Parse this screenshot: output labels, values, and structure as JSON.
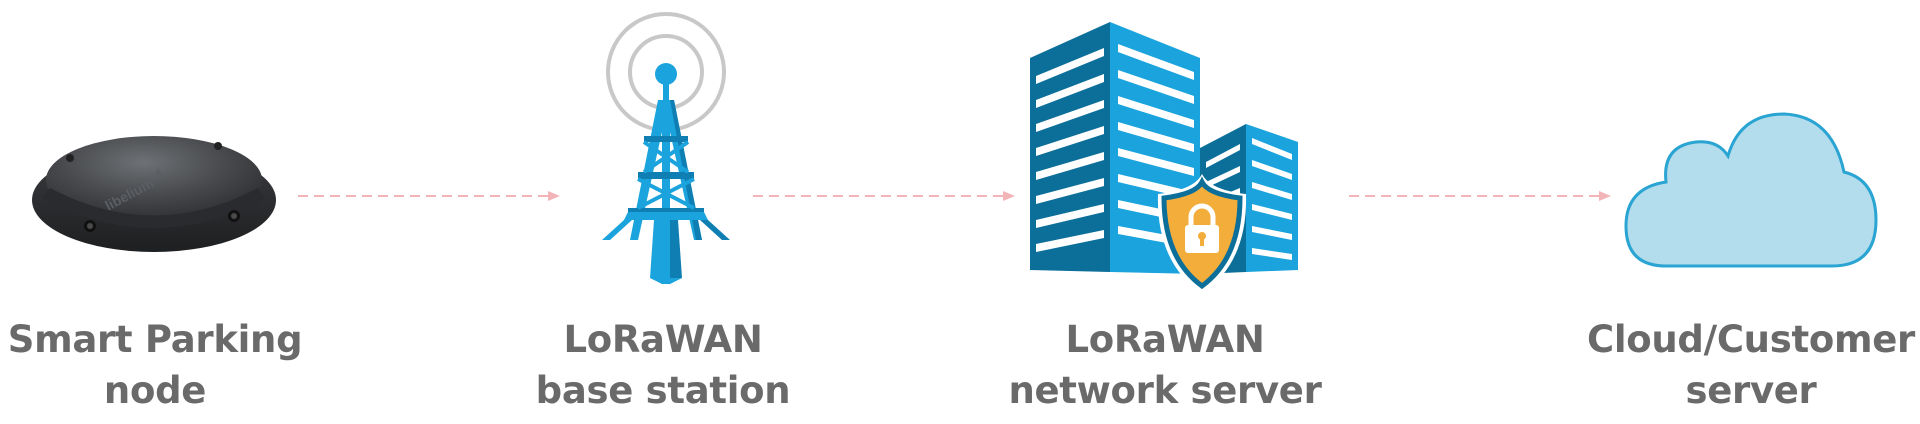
{
  "diagram": {
    "nodes": [
      {
        "id": "smart-parking-node",
        "label_line1": "Smart Parking",
        "label_line2": "node",
        "icon": "parking-sensor-icon"
      },
      {
        "id": "lorawan-base-station",
        "label_line1": "LoRaWAN",
        "label_line2": "base station",
        "icon": "radio-tower-icon"
      },
      {
        "id": "lorawan-network-server",
        "label_line1": "LoRaWAN",
        "label_line2": "network server",
        "icon": "secure-server-buildings-icon"
      },
      {
        "id": "cloud-customer-server",
        "label_line1": "Cloud/Customer",
        "label_line2": "server",
        "icon": "cloud-icon"
      }
    ],
    "connectors": [
      {
        "from": "smart-parking-node",
        "to": "lorawan-base-station",
        "style": "dashed-arrow"
      },
      {
        "from": "lorawan-base-station",
        "to": "lorawan-network-server",
        "style": "dashed-arrow"
      },
      {
        "from": "lorawan-network-server",
        "to": "cloud-customer-server",
        "style": "dashed-arrow"
      }
    ],
    "sensor_logo_text": "libelium",
    "colors": {
      "label": "#6a6a6a",
      "arrow": "#f3b4b8",
      "tower": "#1aa3dc",
      "tower_dark": "#0f7fb3",
      "building": "#1aa3dc",
      "building_dark": "#0c6f9a",
      "shield": "#f3ad3b",
      "shield_outline": "#0c6f9a",
      "cloud_fill": "#b3ddec",
      "cloud_stroke": "#2aa4d2",
      "sensor": "#3b3d40",
      "signal_rings": "#c8c8c8"
    }
  }
}
